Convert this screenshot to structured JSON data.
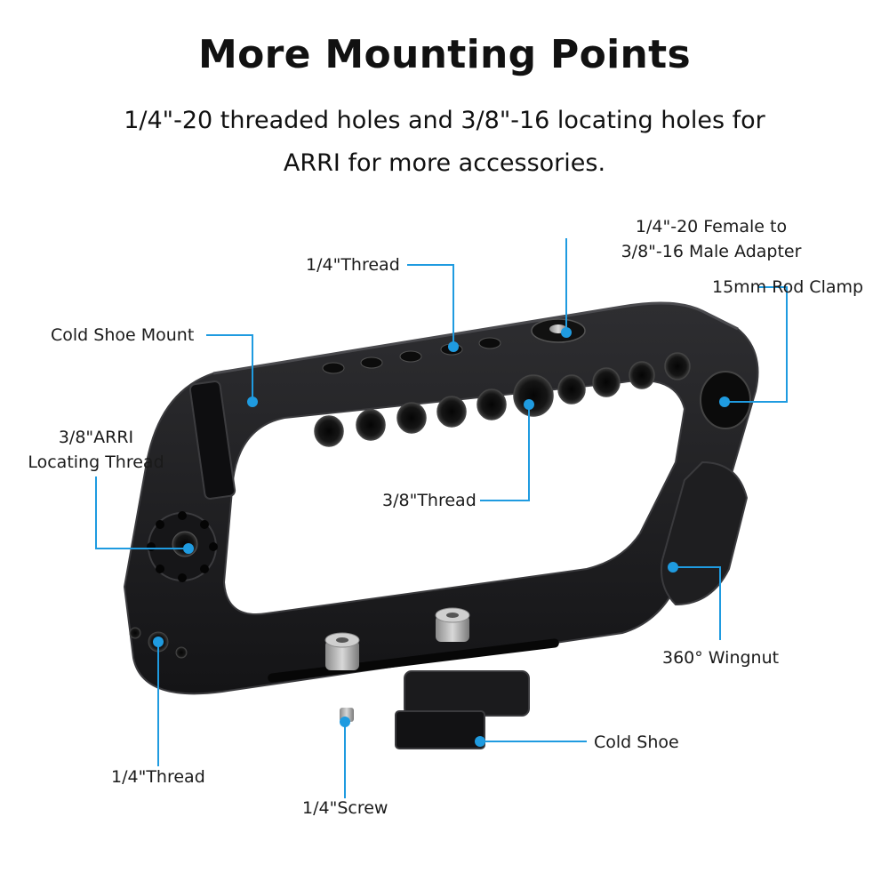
{
  "header": {
    "title": "More Mounting Points",
    "subtitle_line1": "1/4\"-20 threaded holes and 3/8\"-16 locating holes for",
    "subtitle_line2": "ARRI for more accessories."
  },
  "callouts": {
    "adapter_line1": "1/4\"-20 Female to",
    "adapter_line2": "3/8\"-16 Male Adapter",
    "top_thread": "1/4\"Thread",
    "rod_clamp": "15mm Rod Clamp",
    "cold_shoe_mount": "Cold Shoe Mount",
    "arri_line1": "3/8\"ARRI",
    "arri_line2": "Locating Thread",
    "center_thread": "3/8\"Thread",
    "wingnut": "360° Wingnut",
    "cold_shoe": "Cold Shoe",
    "bottom_thread": "1/4\"Thread",
    "screw": "1/4\"Screw"
  },
  "colors": {
    "callout_line": "#1f9be0",
    "callout_dot": "#1f9be0",
    "handle_body": "#1c1c1e",
    "handle_edge": "#3a3a3d",
    "hole": "#0a0a0a",
    "screw_metal": "#a7a7a7"
  }
}
